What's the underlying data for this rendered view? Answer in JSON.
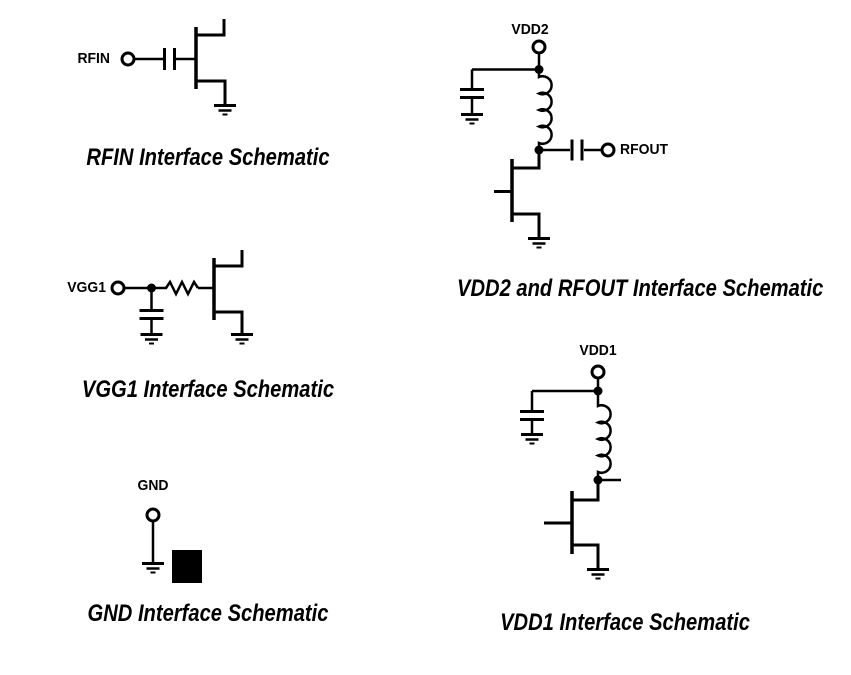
{
  "figure": {
    "background": "#ffffff",
    "ink": "#000000",
    "description_counts": {
      "schematics": 5
    }
  },
  "rfin": {
    "pin_label": "RFIN",
    "caption": "RFIN Interface Schematic"
  },
  "vgg1": {
    "pin_label": "VGG1",
    "caption": "VGG1 Interface Schematic"
  },
  "gnd": {
    "pin_label": "GND",
    "caption": "GND Interface Schematic"
  },
  "vdd2": {
    "pin_label": "VDD2",
    "rfout_pin_label": "RFOUT",
    "caption": "VDD2 and RFOUT Interface Schematic"
  },
  "vdd1": {
    "pin_label": "VDD1",
    "caption": "VDD1 Interface Schematic"
  }
}
